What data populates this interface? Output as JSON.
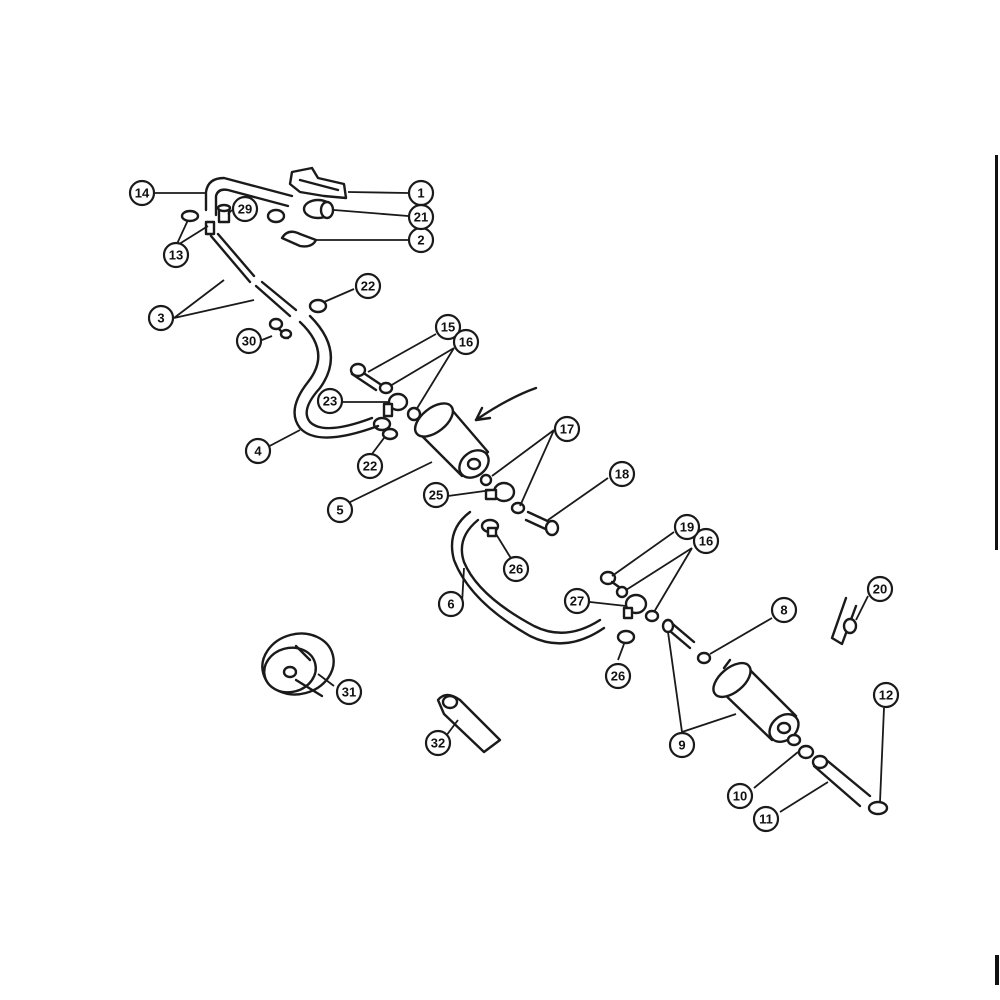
{
  "callouts": [
    "1",
    "2",
    "3",
    "4",
    "5",
    "6",
    "8",
    "9",
    "10",
    "11",
    "12",
    "13",
    "14",
    "15",
    "16",
    "16",
    "17",
    "18",
    "19",
    "20",
    "21",
    "22",
    "22",
    "23",
    "25",
    "26",
    "26",
    "27",
    "29",
    "30",
    "31",
    "32"
  ]
}
